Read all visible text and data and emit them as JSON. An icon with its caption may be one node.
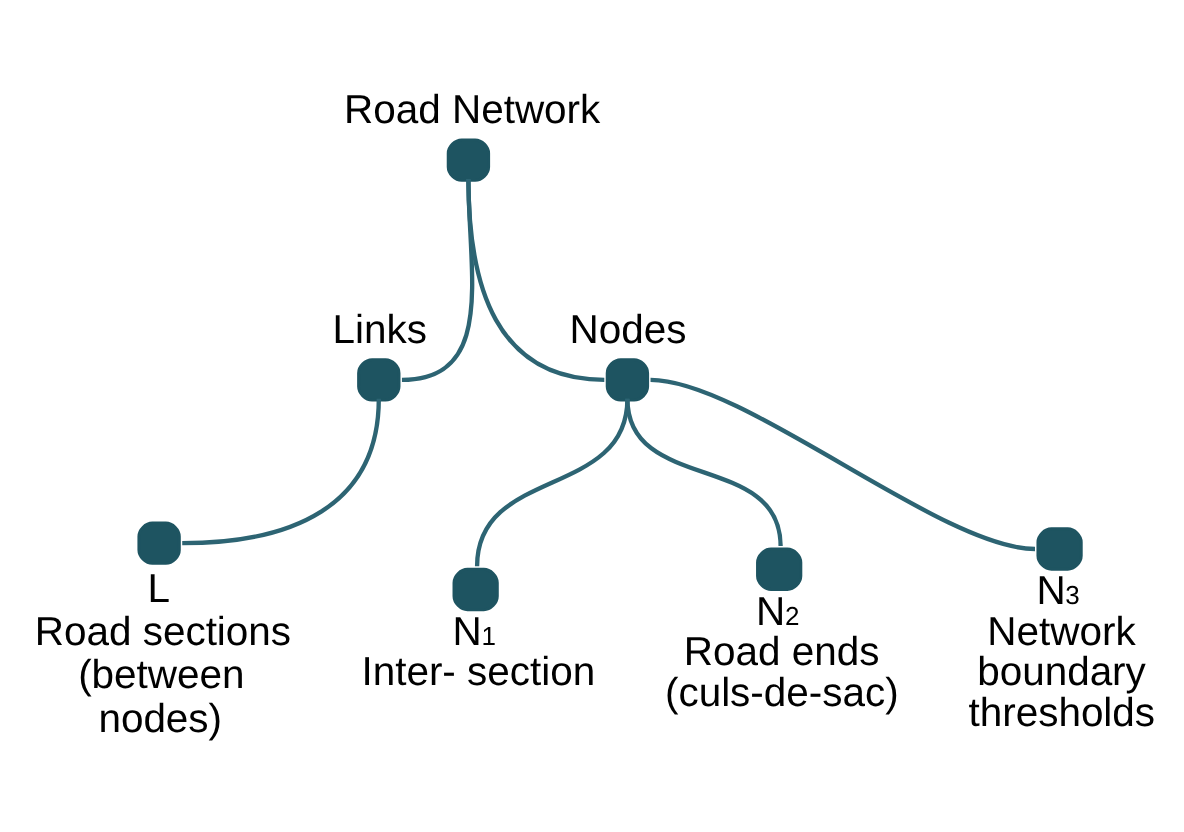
{
  "diagram": {
    "nodes": [
      {
        "text": [
          "Road Network"
        ]
      },
      {
        "text": [
          "Links"
        ]
      },
      {
        "text": [
          "Nodes"
        ]
      },
      {
        "text": [
          "L",
          "Road sections (between nodes)"
        ]
      },
      {
        "text": [
          "N$_{1}$",
          "Inter- section"
        ]
      },
      {
        "text": [
          "N$_{2}$",
          "Road ends (culs-de-sac)"
        ]
      },
      {
        "text": [
          "N$_{3}$",
          "Network boundary thresholds"
        ]
      }
    ],
    "edges": [
      {
        "from": 0,
        "to": 1,
        "arrow": "none"
      },
      {
        "from": 0,
        "to": 2,
        "arrow": "none"
      },
      {
        "from": 1,
        "to": 3,
        "arrow": "none"
      },
      {
        "from": 2,
        "to": 4,
        "arrow": "none"
      },
      {
        "from": 2,
        "to": 5,
        "arrow": "none"
      },
      {
        "from": 2,
        "to": 6,
        "arrow": "none"
      }
    ]
  }
}
